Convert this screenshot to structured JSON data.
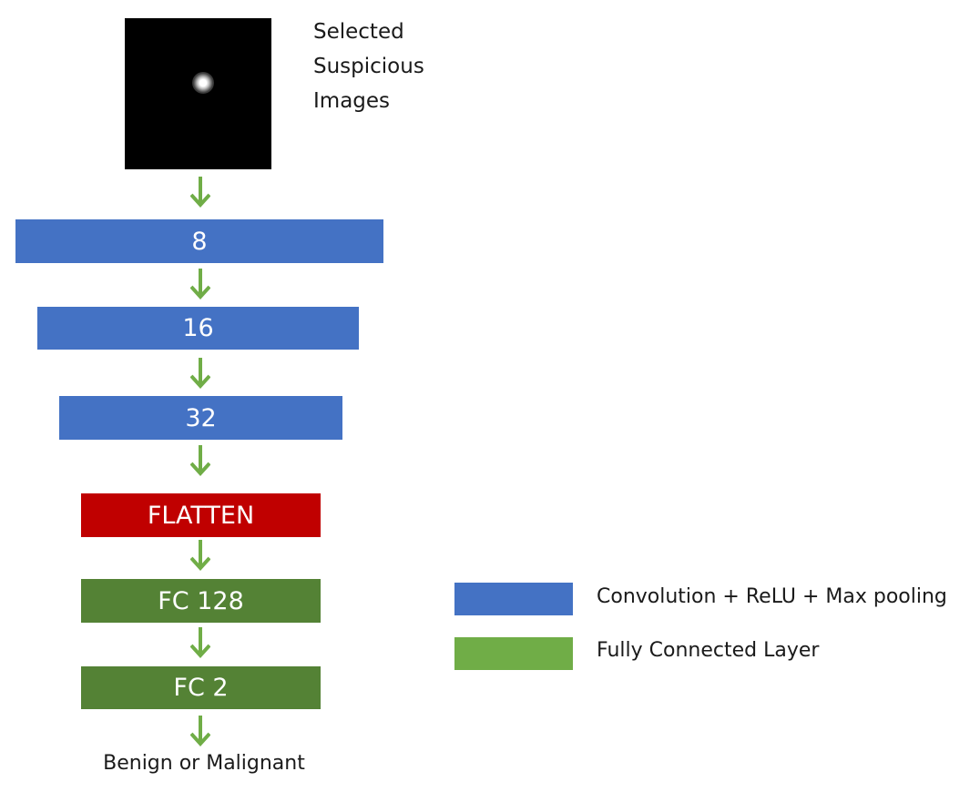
{
  "input": {
    "caption_lines": [
      "Selected",
      "Suspicious",
      "Images"
    ]
  },
  "layers": [
    {
      "label": "8",
      "kind": "conv"
    },
    {
      "label": "16",
      "kind": "conv"
    },
    {
      "label": "32",
      "kind": "conv"
    },
    {
      "label": "FLATTEN",
      "kind": "flatten"
    },
    {
      "label": "FC 128",
      "kind": "fc"
    },
    {
      "label": "FC 2",
      "kind": "fc"
    }
  ],
  "output": {
    "label": "Benign or Malignant"
  },
  "legend": [
    {
      "label": "Convolution + ReLU + Max pooling",
      "color": "#4472c4"
    },
    {
      "label": "Fully Connected Layer",
      "color": "#70ad47"
    }
  ],
  "colors": {
    "conv": "#4472c4",
    "flatten": "#c00000",
    "fc": "#548235",
    "arrow": "#70ad47",
    "input_background": "#000000"
  }
}
